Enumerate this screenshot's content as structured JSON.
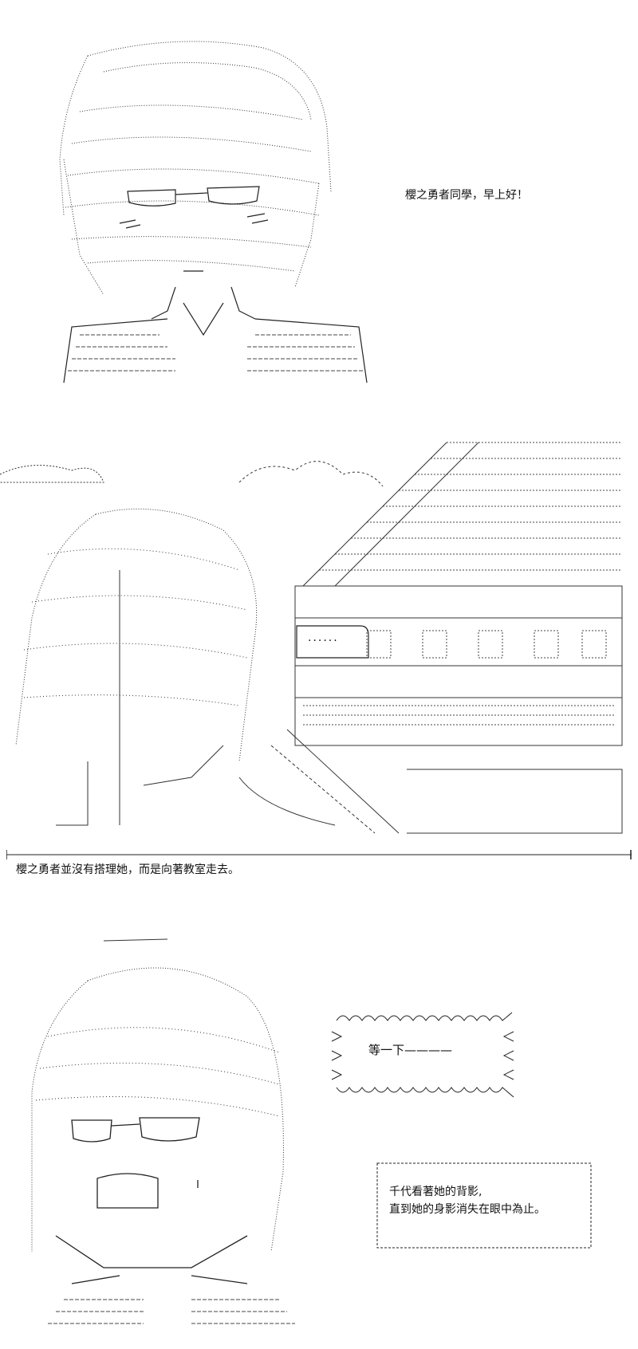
{
  "panel1": {
    "speech": "櫻之勇者同學，早上好！"
  },
  "panel2": {
    "bubble_text": "......",
    "narration": "櫻之勇者並沒有搭理她，而是向著教室走去。"
  },
  "panel3": {
    "shout": "等一下————",
    "narration_lines": [
      "千代看著她的背影,",
      "直到她的身影消失在眼中為止。"
    ]
  }
}
